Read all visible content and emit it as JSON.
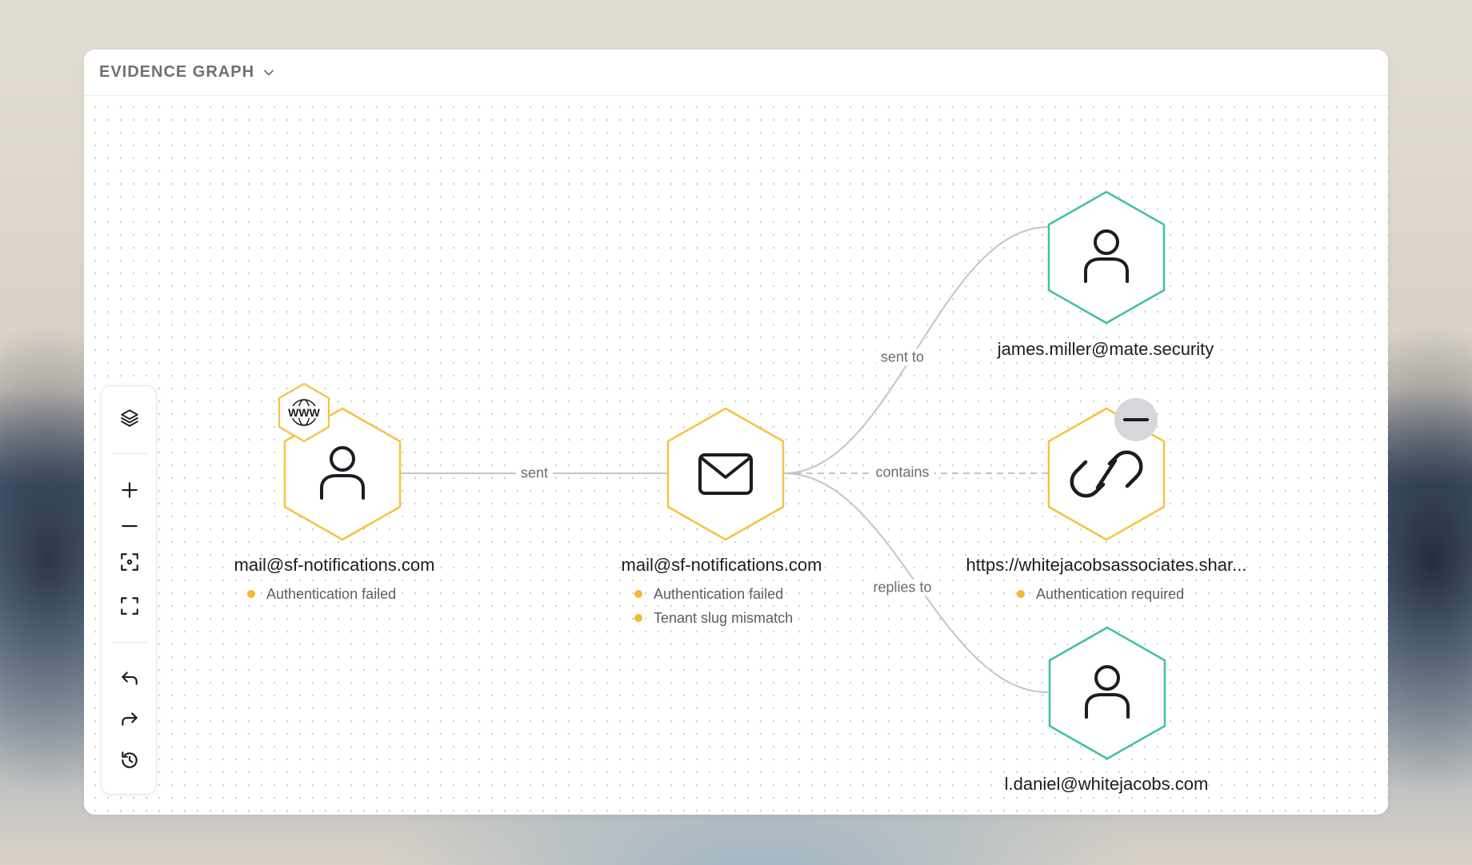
{
  "panel": {
    "title": "EVIDENCE GRAPH"
  },
  "colors": {
    "warning": "#f5b731",
    "recipient": "#3fbfa6",
    "edge": "#c4c4c8",
    "text": "#1c1c22",
    "muted": "#5d5d64"
  },
  "nodes": {
    "sender": {
      "icon": "user-icon",
      "label": "mail@sf-notifications.com",
      "badge_icon": "www-globe-icon",
      "badge_text": "WWW",
      "tags": [
        "Authentication failed"
      ]
    },
    "email": {
      "icon": "envelope-icon",
      "label": "mail@sf-notifications.com",
      "tags": [
        "Authentication failed",
        "Tenant slug mismatch"
      ]
    },
    "recipient_to": {
      "icon": "user-icon",
      "label": "james.miller@mate.security",
      "tags": []
    },
    "link": {
      "icon": "link-icon",
      "label": "https://whitejacobsassociates.shar...",
      "badge_icon": "minus-icon",
      "tags": [
        "Authentication required"
      ]
    },
    "recipient_reply": {
      "icon": "user-icon",
      "label": "l.daniel@whitejacobs.com",
      "tags": []
    }
  },
  "edges": [
    {
      "from": "sender",
      "to": "email",
      "label": "sent",
      "style": "solid"
    },
    {
      "from": "email",
      "to": "recipient_to",
      "label": "sent to",
      "style": "solid"
    },
    {
      "from": "email",
      "to": "link",
      "label": "contains",
      "style": "dashed"
    },
    {
      "from": "email",
      "to": "recipient_reply",
      "label": "replies to",
      "style": "solid"
    }
  ],
  "toolbar": {
    "items": [
      {
        "name": "layers-button",
        "icon": "layers-icon"
      },
      {
        "name": "zoom-in-button",
        "icon": "plus-icon"
      },
      {
        "name": "zoom-out-button",
        "icon": "minus-icon"
      },
      {
        "name": "fit-view-button",
        "icon": "focus-icon"
      },
      {
        "name": "fullscreen-button",
        "icon": "fullscreen-icon"
      },
      {
        "name": "undo-button",
        "icon": "undo-icon"
      },
      {
        "name": "redo-button",
        "icon": "redo-icon"
      },
      {
        "name": "reset-button",
        "icon": "history-reset-icon"
      }
    ]
  }
}
